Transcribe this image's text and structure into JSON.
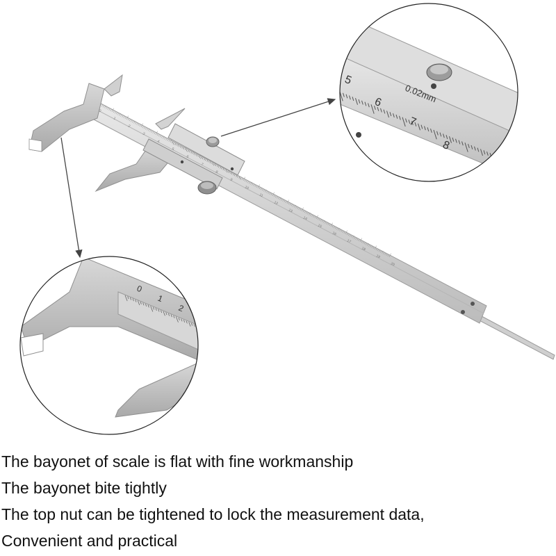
{
  "zoom_top": {
    "scale_numbers": [
      "5",
      "6",
      "7",
      "8"
    ],
    "engraving": "0.02mm"
  },
  "zoom_bottom": {
    "scale_numbers": [
      "0",
      "1",
      "2"
    ]
  },
  "main_scale_numbers": [
    "0",
    "1",
    "2",
    "3",
    "4",
    "5",
    "6",
    "7",
    "8",
    "9",
    "10",
    "11",
    "12",
    "13",
    "14",
    "15",
    "16",
    "17",
    "18",
    "19",
    "20"
  ],
  "captions": [
    "The bayonet of scale is flat with fine workmanship",
    "The bayonet bite tightly",
    "The top nut can be tightened to lock the measurement data,",
    "Convenient and practical"
  ]
}
